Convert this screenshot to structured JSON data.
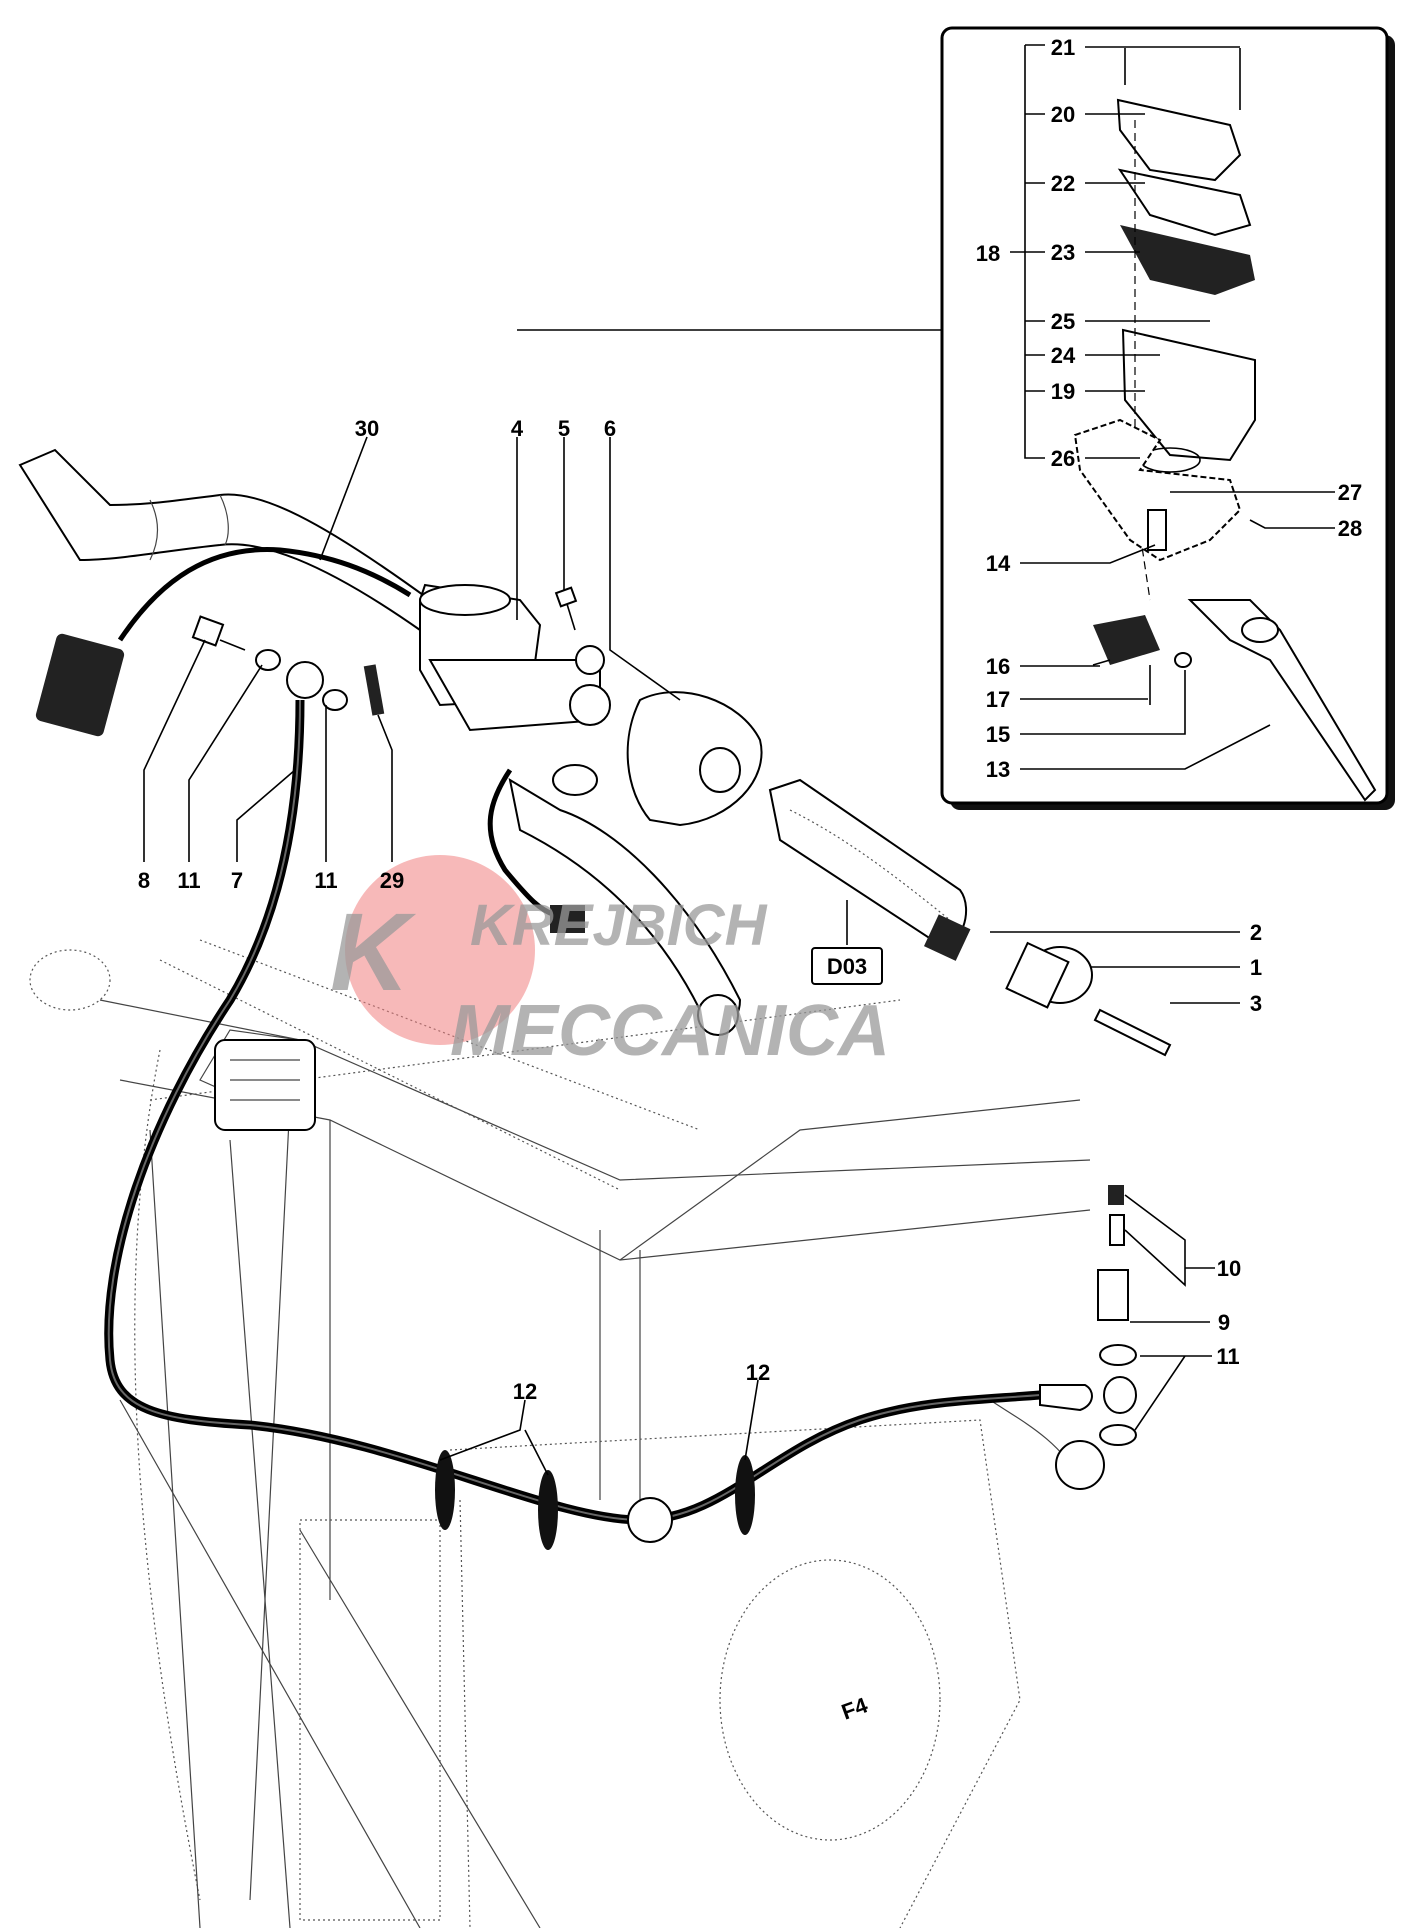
{
  "diagram": {
    "watermark": {
      "line1": "KREJBICH",
      "line2": "MECCANICA",
      "logo_letter": "K",
      "logo_color": "#f08080"
    },
    "engine_badge": "F4",
    "reference_box": "D03",
    "inset_callouts": [
      {
        "id": "21",
        "text": "21"
      },
      {
        "id": "20",
        "text": "20"
      },
      {
        "id": "22",
        "text": "22"
      },
      {
        "id": "18",
        "text": "18"
      },
      {
        "id": "23",
        "text": "23"
      },
      {
        "id": "25",
        "text": "25"
      },
      {
        "id": "24",
        "text": "24"
      },
      {
        "id": "19",
        "text": "19"
      },
      {
        "id": "26",
        "text": "26"
      },
      {
        "id": "27",
        "text": "27"
      },
      {
        "id": "28",
        "text": "28"
      },
      {
        "id": "14",
        "text": "14"
      },
      {
        "id": "16",
        "text": "16"
      },
      {
        "id": "17",
        "text": "17"
      },
      {
        "id": "15",
        "text": "15"
      },
      {
        "id": "13",
        "text": "13"
      }
    ],
    "main_callouts": [
      {
        "id": "30",
        "text": "30"
      },
      {
        "id": "4",
        "text": "4"
      },
      {
        "id": "5",
        "text": "5"
      },
      {
        "id": "6",
        "text": "6"
      },
      {
        "id": "8",
        "text": "8"
      },
      {
        "id": "11a",
        "text": "11"
      },
      {
        "id": "7",
        "text": "7"
      },
      {
        "id": "11b",
        "text": "11"
      },
      {
        "id": "29",
        "text": "29"
      },
      {
        "id": "2",
        "text": "2"
      },
      {
        "id": "1",
        "text": "1"
      },
      {
        "id": "3",
        "text": "3"
      },
      {
        "id": "10",
        "text": "10"
      },
      {
        "id": "9",
        "text": "9"
      },
      {
        "id": "11c",
        "text": "11"
      },
      {
        "id": "12a",
        "text": "12"
      },
      {
        "id": "12b",
        "text": "12"
      }
    ]
  }
}
